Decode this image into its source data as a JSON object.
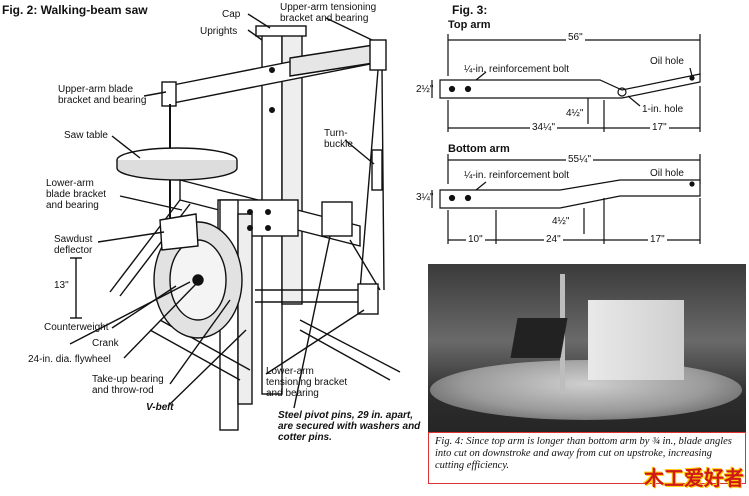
{
  "fig2": {
    "title": "Fig. 2: Walking-beam saw",
    "labels": {
      "cap": "Cap",
      "uprights": "Uprights",
      "upper_tension_1": "Upper-arm tensioning",
      "upper_tension_2": "bracket and bearing",
      "upper_blade_1": "Upper-arm blade",
      "upper_blade_2": "bracket and bearing",
      "saw_table": "Saw table",
      "turnbuckle_1": "Turn-",
      "turnbuckle_2": "buckle",
      "lower_blade_1": "Lower-arm",
      "lower_blade_2": "blade bracket",
      "lower_blade_3": "and bearing",
      "sawdust_1": "Sawdust",
      "sawdust_2": "deflector",
      "dim_13": "13\"",
      "counterweight": "Counterweight",
      "crank": "Crank",
      "flywheel": "24-in. dia. flywheel",
      "takeup_1": "Take-up bearing",
      "takeup_2": "and throw-rod",
      "vbelt": "V-belt",
      "lower_tension_1": "Lower-arm",
      "lower_tension_2": "tensioning bracket",
      "lower_tension_3": "and bearing",
      "pins_1": "Steel pivot pins, 29 in. apart,",
      "pins_2": "are secured with washers and",
      "pins_3": "cotter pins."
    }
  },
  "fig3": {
    "title": "Fig. 3:",
    "top_arm": {
      "heading": "Top arm",
      "length": "56\"",
      "reinforcement": "¼-in. reinforcement bolt",
      "oil_hole": "Oil hole",
      "height": "2½\"",
      "drop": "4½\"",
      "hole": "1-in. hole",
      "dim_left": "34¼\"",
      "dim_right": "17\""
    },
    "bottom_arm": {
      "heading": "Bottom arm",
      "length": "55¼\"",
      "reinforcement": "¼-in. reinforcement bolt",
      "oil_hole": "Oil hole",
      "height": "3¼\"",
      "drop": "4½\"",
      "dim_a": "10\"",
      "dim_b": "24\"",
      "dim_c": "17\""
    }
  },
  "fig4": {
    "caption": "Fig. 4: Since top arm is longer than bottom arm by ¾ in., blade angles into cut on downstroke and away from cut on upstroke, increasing cutting efficiency."
  },
  "watermark": {
    "text": "木工爱好者"
  }
}
